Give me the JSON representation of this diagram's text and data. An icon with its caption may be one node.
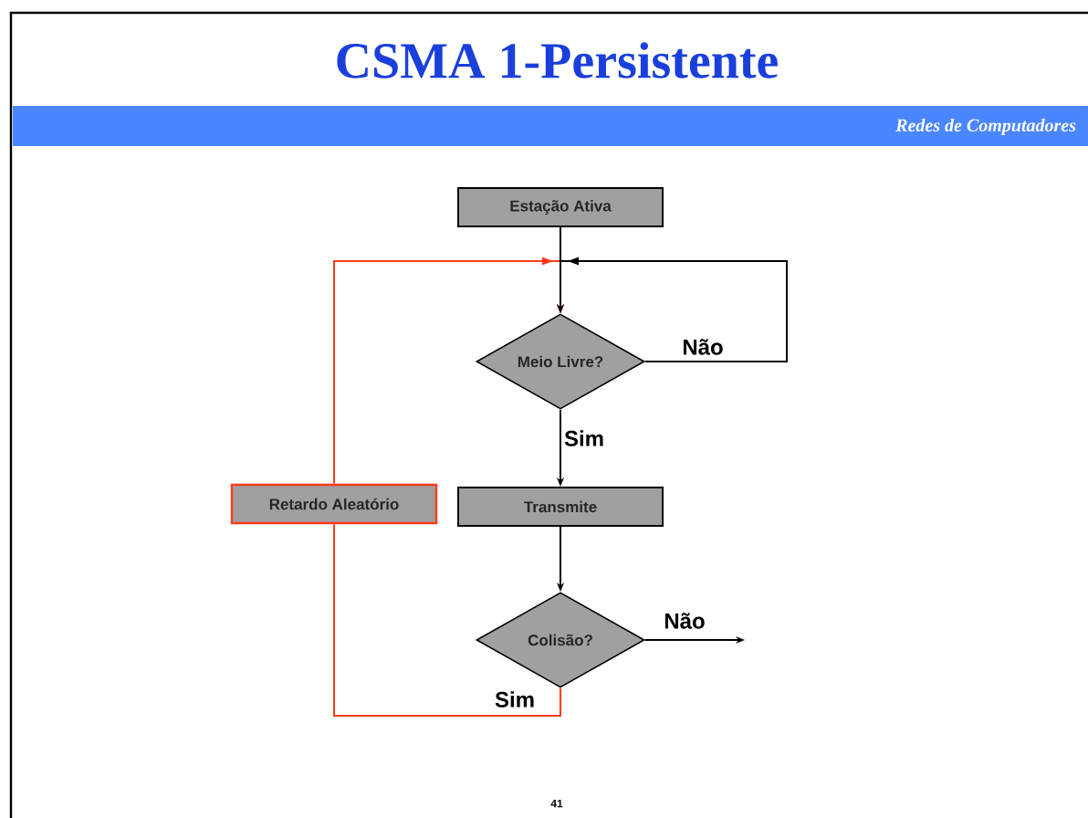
{
  "diagram": {
    "title": "CSMA 1-Persistente",
    "nodes": [
      {
        "text": [
          "Estação Ativa"
        ]
      },
      {
        "text": [
          "Meio Livre?"
        ]
      },
      {
        "text": [
          "Retardo Aleatório"
        ]
      },
      {
        "text": [
          "Transmite"
        ]
      },
      {
        "text": [
          "Colisão?"
        ]
      }
    ],
    "edges": [
      {
        "from": 0,
        "to": 1,
        "arrow": "to"
      },
      {
        "from": 1,
        "to": 1,
        "arrow": "to",
        "label": "Não"
      },
      {
        "from": 1,
        "to": 3,
        "arrow": "to",
        "label": "Sim"
      },
      {
        "from": 3,
        "to": 4,
        "arrow": "to"
      },
      {
        "from": 4,
        "to": null,
        "arrow": "to",
        "label": "Não"
      },
      {
        "from": 4,
        "to": 2,
        "arrow": "none",
        "label": "Sim",
        "color": "#ff3a1a"
      },
      {
        "from": 2,
        "to": 1,
        "arrow": "to",
        "color": "#ff3a1a"
      }
    ],
    "labels": [
      "Redes de Computadores",
      "41"
    ]
  }
}
